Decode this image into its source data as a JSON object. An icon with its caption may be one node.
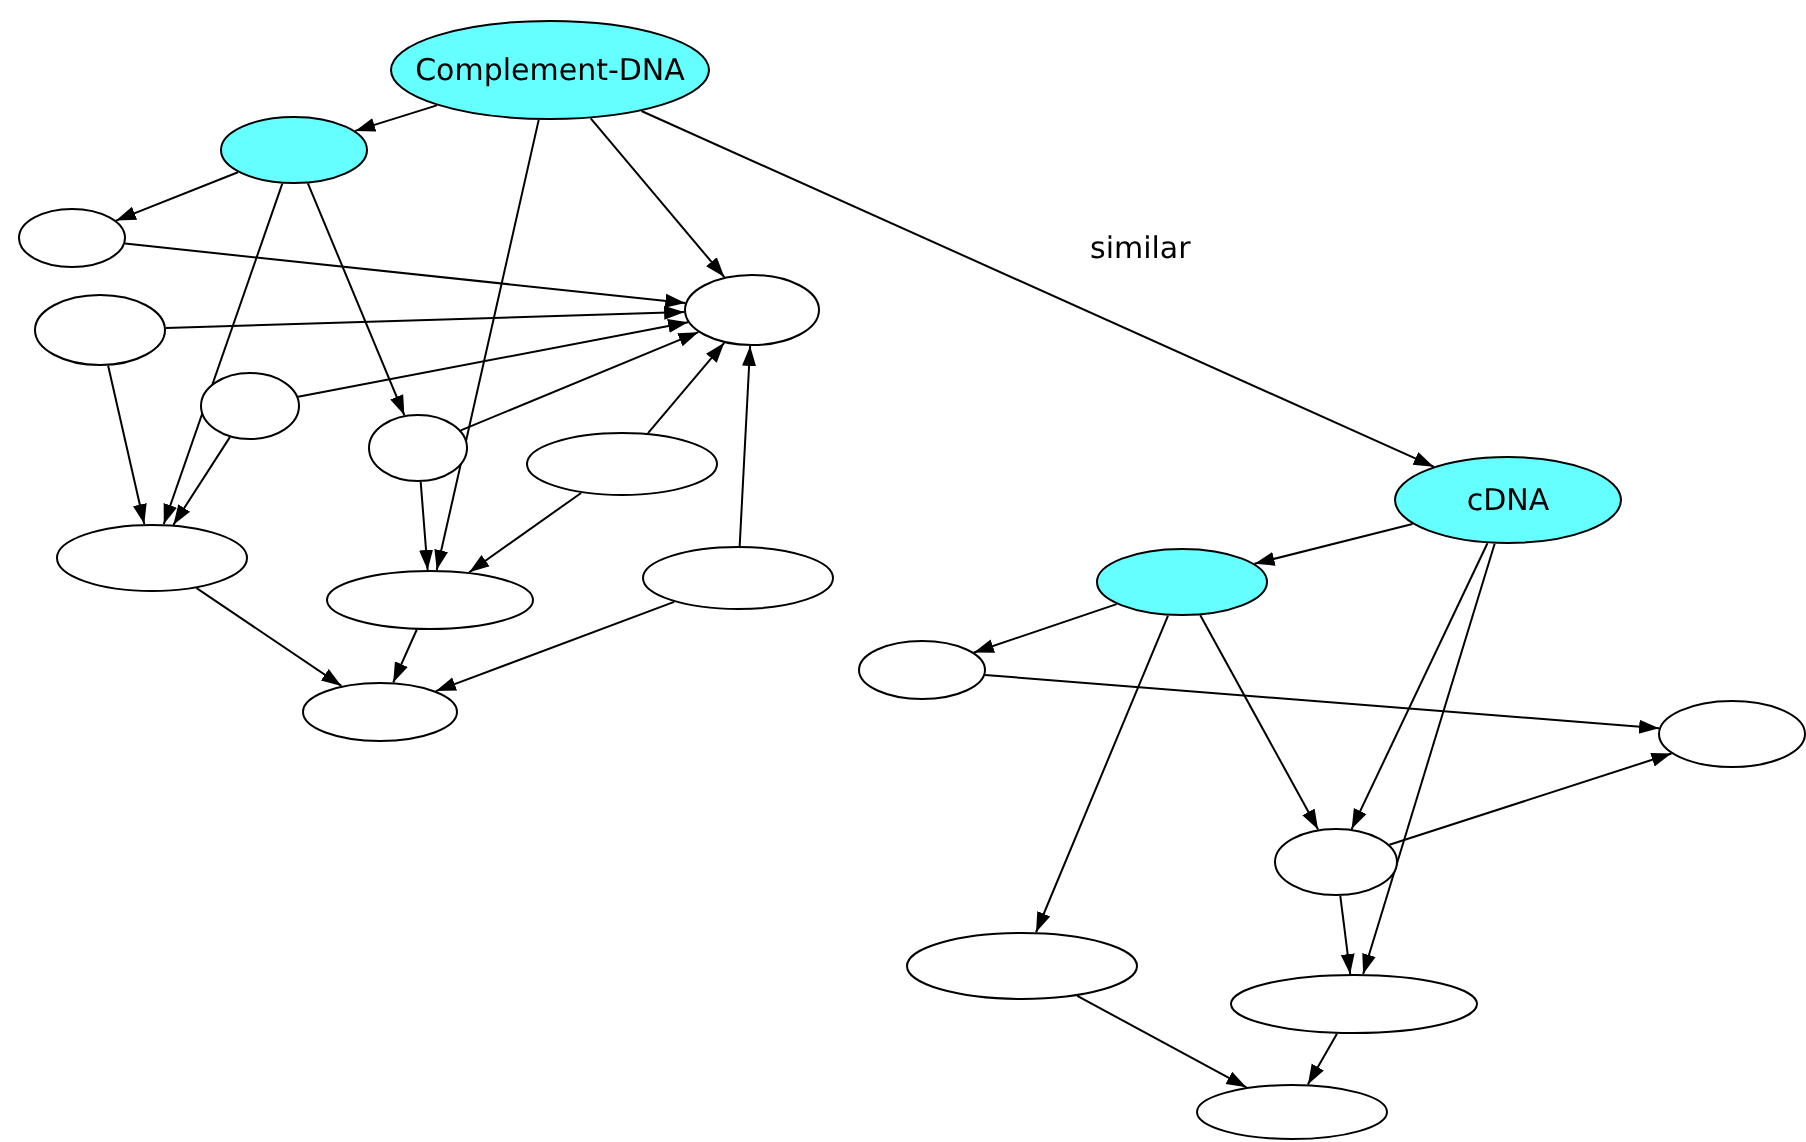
{
  "diagram": {
    "nodes": [
      {
        "text": [
          "Complement-DNA"
        ]
      },
      {
        "text": [],
        "shape": "ellipse"
      },
      {
        "text": [],
        "shape": "ellipse"
      },
      {
        "text": [],
        "shape": "ellipse"
      },
      {
        "text": [],
        "shape": "ellipse"
      },
      {
        "text": [],
        "shape": "ellipse"
      },
      {
        "text": [],
        "shape": "ellipse"
      },
      {
        "text": [],
        "shape": "ellipse"
      },
      {
        "text": [],
        "shape": "ellipse"
      },
      {
        "text": [],
        "shape": "ellipse"
      },
      {
        "text": [],
        "shape": "ellipse"
      },
      {
        "text": [],
        "shape": "ellipse"
      },
      {
        "text": [
          "cDNA"
        ]
      },
      {
        "text": [],
        "shape": "ellipse"
      },
      {
        "text": [],
        "shape": "ellipse"
      },
      {
        "text": [],
        "shape": "ellipse"
      },
      {
        "text": [],
        "shape": "ellipse"
      },
      {
        "text": [],
        "shape": "ellipse"
      },
      {
        "text": [],
        "shape": "ellipse"
      },
      {
        "text": [],
        "shape": "ellipse"
      }
    ],
    "edges": [
      {
        "from": 0,
        "to": 1,
        "arrow": "to"
      },
      {
        "from": 0,
        "to": 3,
        "arrow": "to"
      },
      {
        "from": 0,
        "to": 9,
        "arrow": "to"
      },
      {
        "from": 0,
        "to": 12,
        "arrow": "to",
        "label": "similar"
      },
      {
        "from": 1,
        "to": 2,
        "arrow": "to"
      },
      {
        "from": 1,
        "to": 8,
        "arrow": "to"
      },
      {
        "from": 1,
        "to": 6,
        "arrow": "to"
      },
      {
        "from": 2,
        "to": 3,
        "arrow": "to"
      },
      {
        "from": 4,
        "to": 3,
        "arrow": "to"
      },
      {
        "from": 4,
        "to": 8,
        "arrow": "to"
      },
      {
        "from": 5,
        "to": 3,
        "arrow": "to"
      },
      {
        "from": 5,
        "to": 8,
        "arrow": "to"
      },
      {
        "from": 6,
        "to": 3,
        "arrow": "to"
      },
      {
        "from": 6,
        "to": 9,
        "arrow": "to"
      },
      {
        "from": 7,
        "to": 3,
        "arrow": "to"
      },
      {
        "from": 7,
        "to": 9,
        "arrow": "to"
      },
      {
        "from": 8,
        "to": 11,
        "arrow": "to"
      },
      {
        "from": 9,
        "to": 11,
        "arrow": "to"
      },
      {
        "from": 10,
        "to": 3,
        "arrow": "to"
      },
      {
        "from": 10,
        "to": 11,
        "arrow": "to"
      },
      {
        "from": 12,
        "to": 13,
        "arrow": "to"
      },
      {
        "from": 12,
        "to": 16,
        "arrow": "to"
      },
      {
        "from": 12,
        "to": 18,
        "arrow": "to"
      },
      {
        "from": 13,
        "to": 14,
        "arrow": "to"
      },
      {
        "from": 13,
        "to": 17,
        "arrow": "to"
      },
      {
        "from": 13,
        "to": 16,
        "arrow": "to"
      },
      {
        "from": 14,
        "to": 15,
        "arrow": "to"
      },
      {
        "from": 16,
        "to": 15,
        "arrow": "to"
      },
      {
        "from": 16,
        "to": 18,
        "arrow": "to"
      },
      {
        "from": 17,
        "to": 19,
        "arrow": "to"
      },
      {
        "from": 18,
        "to": 19,
        "arrow": "to"
      }
    ]
  }
}
